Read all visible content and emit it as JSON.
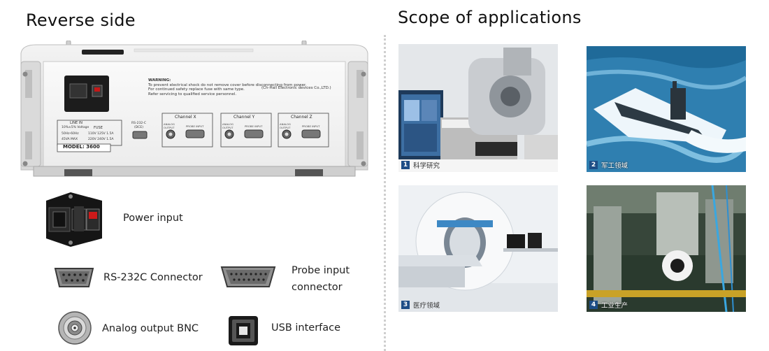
{
  "left": {
    "heading": "Reverse side",
    "device": {
      "warning_title": "WARNING:",
      "warning_lines": [
        "To prevent electrical shock do not remove cover before disconnecting from power.",
        "For continued safety replace fuse with same type.",
        "Refer servicing to qualified service personnel."
      ],
      "maker": "(Ch-Hall Electronic devices Co.,LTD.)",
      "line_in": "LINE IN",
      "voltage_note": "10%±5% Voltage",
      "fuse_label": "FUSE",
      "freq": "50Hz-60Hz",
      "power": "45VA MAX",
      "fuse_110": "110V 125V 1.5A",
      "fuse_220": "220V 240V 1.5A",
      "model": "MODEL: 3600",
      "rs232_label": "RS-232-C",
      "rs232_sub": "(DCE)",
      "channels": [
        {
          "name": "Channel X",
          "analog": "ANALOG OUTPUT",
          "probe": "PROBE INPUT"
        },
        {
          "name": "Channel Y",
          "analog": "ANALOG OUTPUT",
          "probe": "PROBE INPUT"
        },
        {
          "name": "Channel Z",
          "analog": "ANALOG OUTPUT",
          "probe": "PROBE INPUT"
        }
      ]
    },
    "legend": {
      "power_input": "Power input",
      "rs232": "RS-232C Connector",
      "probe_line1": "Probe input",
      "probe_line2": "connector",
      "analog_bnc": "Analog output BNC",
      "usb": "USB interface"
    }
  },
  "right": {
    "heading": "Scope of applications",
    "apps": [
      {
        "num": "1",
        "label": "科学研究"
      },
      {
        "num": "2",
        "label": "军工领域"
      },
      {
        "num": "3",
        "label": "医疗领域"
      },
      {
        "num": "4",
        "label": "工业生产"
      }
    ]
  }
}
